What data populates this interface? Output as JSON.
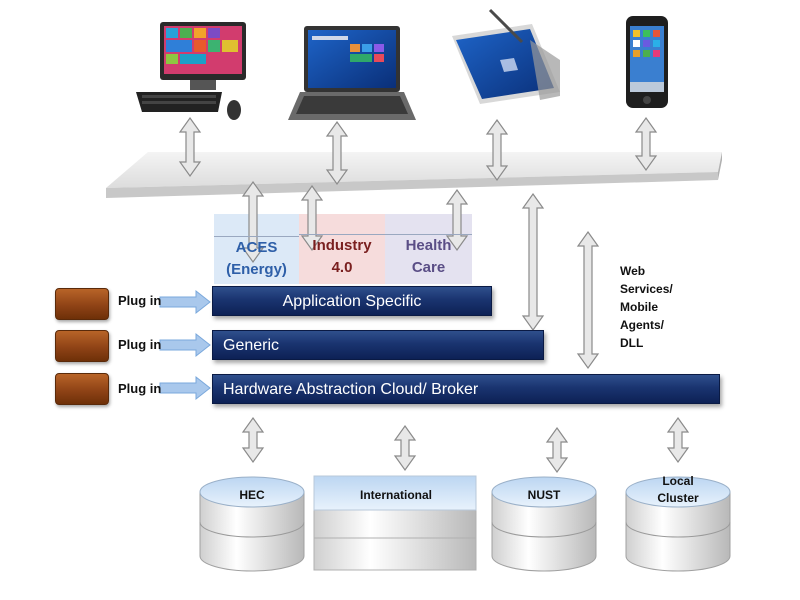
{
  "devices": [
    {
      "name": "Desktop",
      "icon": "desktop-computer-icon"
    },
    {
      "name": "Laptop",
      "icon": "laptop-icon"
    },
    {
      "name": "Tablet",
      "icon": "tablet-icon"
    },
    {
      "name": "Smartphone",
      "icon": "smartphone-icon"
    }
  ],
  "domains": [
    {
      "line1": "ACES",
      "line2": "(Energy)",
      "color": "#2e5fa8"
    },
    {
      "line1": "Industry",
      "line2": "4.0",
      "color": "#7a1f1f"
    },
    {
      "line1": "Health",
      "line2": "Care",
      "color": "#5a4e86"
    }
  ],
  "layers": {
    "application": "Application Specific",
    "generic": "Generic",
    "hardware": "Hardware Abstraction Cloud/ Broker"
  },
  "plugins": [
    "Plug in",
    "Plug in",
    "Plug in"
  ],
  "side_note": [
    "Web",
    "Services/",
    "Mobile",
    "Agents/",
    "DLL"
  ],
  "clusters": [
    {
      "line1": "HEC",
      "line2": ""
    },
    {
      "line1": "International",
      "line2": ""
    },
    {
      "line1": "NUST",
      "line2": ""
    },
    {
      "line1": "Local",
      "line2": "Cluster"
    }
  ],
  "colors": {
    "bar": "#1a3470",
    "plug_box": "#8f4316",
    "arrow_fill": "#e8e8e8",
    "arrow_stroke": "#8a8a8a"
  }
}
